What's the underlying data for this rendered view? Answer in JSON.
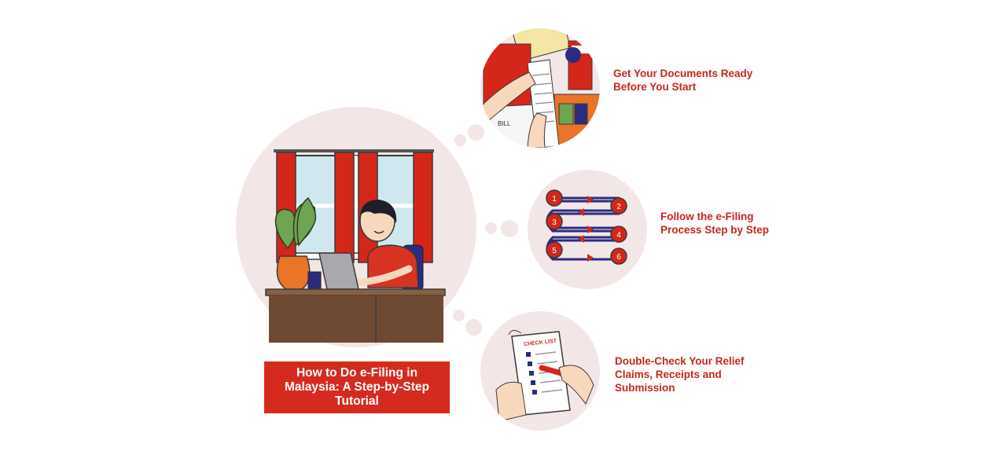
{
  "main": {
    "title": "How to Do e-Filing in Malaysia: A Step-by-Step Tutorial"
  },
  "steps": [
    {
      "label": "Get Your Documents Ready Before You Start"
    },
    {
      "label": "Follow the e-Filing Process Step by Step",
      "flow_numbers": [
        "1",
        "2",
        "3",
        "4",
        "5",
        "6"
      ]
    },
    {
      "label": "Double-Check Your Relief Claims, Receipts and Submission"
    }
  ],
  "illustration_text": {
    "bill": "BILL",
    "checklist": "CHECK LIST"
  },
  "colors": {
    "accent_red": "#d52b1e",
    "label_red": "#c8261d",
    "circle_bg": "#f3e6e6",
    "navy": "#2b2c80"
  }
}
